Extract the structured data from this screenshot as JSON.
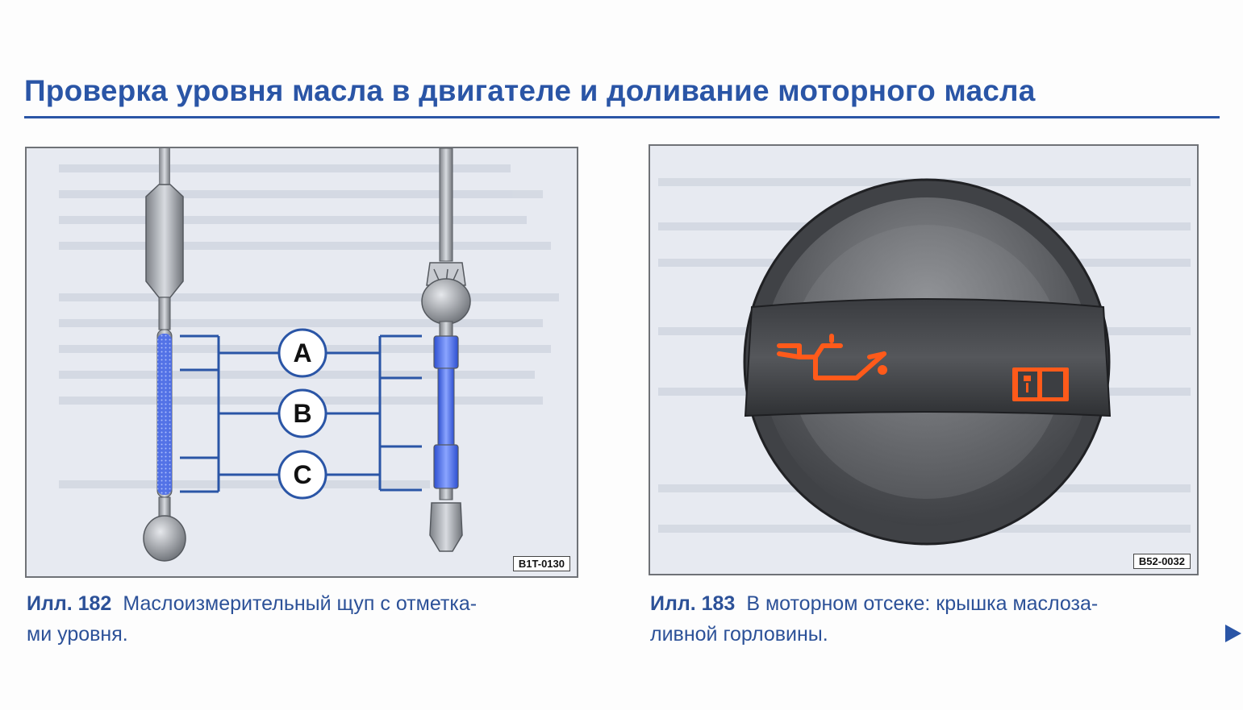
{
  "page": {
    "title": "Проверка уровня масла в двигателе и доливание моторного масла"
  },
  "figures": [
    {
      "number": "Илл. 182",
      "caption_line1": "Маслоизмерительный щуп с отметка-",
      "caption_line2": "ми уровня.",
      "code": "B1T-0130",
      "markers": [
        "A",
        "B",
        "C"
      ]
    },
    {
      "number": "Илл. 183",
      "caption_line1": "В моторном отсеке: крышка маслоза-",
      "caption_line2": "ливной горловины.",
      "code": "B52-0032",
      "icons": [
        "oil-can-icon",
        "manual-book-icon"
      ]
    }
  ],
  "colors": {
    "brand_blue": "#2a55a6",
    "dipstick_blue": "#3f63e0",
    "icon_orange": "#ff5a1a",
    "cap_dark": "#3c3e42"
  }
}
